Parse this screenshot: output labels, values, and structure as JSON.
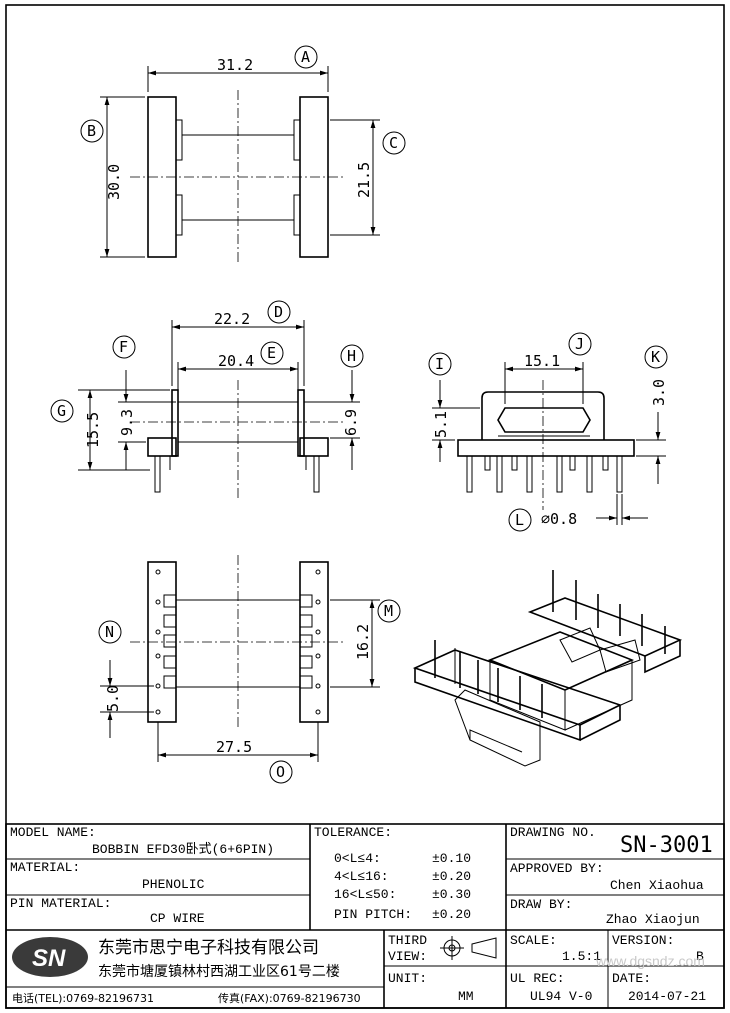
{
  "dimensions": {
    "A": "31.2",
    "B": "30.0",
    "C": "21.5",
    "D": "22.2",
    "E": "20.4",
    "F": "9.3",
    "G": "15.5",
    "H": "6.9",
    "I": "5.1",
    "J": "15.1",
    "K": "3.0",
    "L": "⌀0.8",
    "M": "16.2",
    "N": "5.0",
    "O": "27.5"
  },
  "callouts": [
    "A",
    "B",
    "C",
    "D",
    "E",
    "F",
    "G",
    "H",
    "I",
    "J",
    "K",
    "L",
    "M",
    "N",
    "O"
  ],
  "title_block": {
    "model_name_label": "MODEL NAME:",
    "model_name": "BOBBIN EFD30卧式(6+6PIN)",
    "material_label": "MATERIAL:",
    "material": "PHENOLIC",
    "pin_material_label": "PIN MATERIAL:",
    "pin_material": "CP WIRE",
    "tolerance_label": "TOLERANCE:",
    "tolerances": [
      {
        "range": "0<L≤4:",
        "value": "±0.10"
      },
      {
        "range": "4<L≤16:",
        "value": "±0.20"
      },
      {
        "range": "16<L≤50:",
        "value": "±0.30"
      },
      {
        "range": "PIN PITCH:",
        "value": "±0.20"
      }
    ],
    "drawing_no_label": "DRAWING NO.",
    "drawing_no": "SN-3001",
    "approved_by_label": "APPROVED BY:",
    "approved_by": "Chen Xiaohua",
    "draw_by_label": "DRAW BY:",
    "draw_by": "Zhao Xiaojun",
    "logo_text": "SN",
    "company_name": "东莞市思宁电子科技有限公司",
    "company_address": "东莞市塘厦镇林村西湖工业区61号二楼",
    "tel": "电话(TEL):0769-82196731",
    "fax": "传真(FAX):0769-82196730",
    "third_view_label_1": "THIRD",
    "third_view_label_2": "VIEW:",
    "unit_label": "UNIT:",
    "unit": "MM",
    "scale_label": "SCALE:",
    "scale": "1.5:1",
    "version_label": "VERSION:",
    "version": "B",
    "ul_rec_label": "UL REC:",
    "ul_rec": "UL94 V-0",
    "date_label": "DATE:",
    "date": "2014-07-21",
    "watermark": "www.dgsndz.com"
  }
}
